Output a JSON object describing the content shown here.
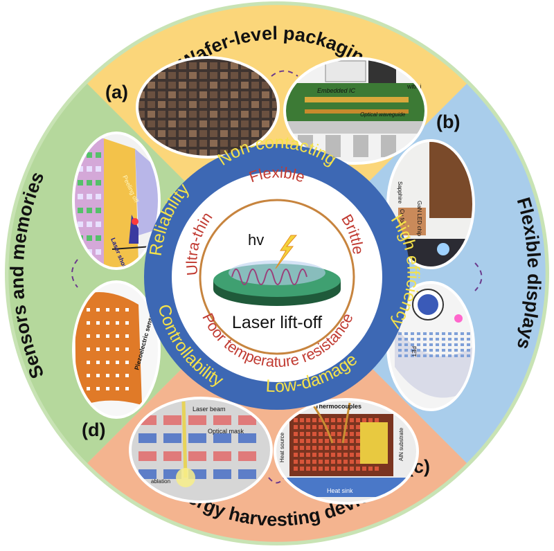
{
  "sections": {
    "wafer_level_packaging": "Wafer-level packaging",
    "flexible_displays": "Flexible displays",
    "energy_harvesting_devices": "Energy harvesting devices",
    "sensors_and_memories": "Sensors and memories"
  },
  "panel_labels": {
    "a": "(a)",
    "b": "(b)",
    "c": "(c)",
    "d": "(d)"
  },
  "advantages": [
    "Non-contacting",
    "High efficiency",
    "Low-damage",
    "Controllability",
    "Reliability"
  ],
  "challenges": [
    "Flexible",
    "Brittle",
    "Poor temperature resistance",
    "Ultra-thin"
  ],
  "center": {
    "title": "Laser lift-off",
    "symbol": "hv"
  },
  "photo_text": {
    "a_embedded_ic": "Embedded IC",
    "a_optical_waveguide": "Optical waveguide",
    "a_with": "with i",
    "b_sapphire": "Sapphire",
    "b_cu_foil": "Cu foil",
    "b_gan_led_chip": "GaN LED chip",
    "b_pet": "PET",
    "c_thermocouples": "Thermocouples",
    "c_heat_source": "Heat source",
    "c_heat_sink": "Heat sink",
    "c_aln_substrate": "AlN substrate",
    "d_peeling_off": "Peeling off",
    "d_laser_shot": "Laser shot",
    "d_piezoelectric_sensors": "Piezoelectric sensors",
    "e_laser_beam": "Laser beam",
    "e_optical_mask": "Optical mask",
    "e_ablation": "ablation"
  },
  "colors": {
    "outer_ring": "#c8e3b4",
    "wafer_sector": "#fbd67a",
    "display_sector": "#a9cdeb",
    "energy_sector": "#f4b48f",
    "sensor_sector": "#b5d89c",
    "blue_ring": "#3d68b4",
    "advantage_text": "#f5e24a",
    "challenge_text": "#c13b32",
    "center_circle_border": "#c7843e"
  }
}
